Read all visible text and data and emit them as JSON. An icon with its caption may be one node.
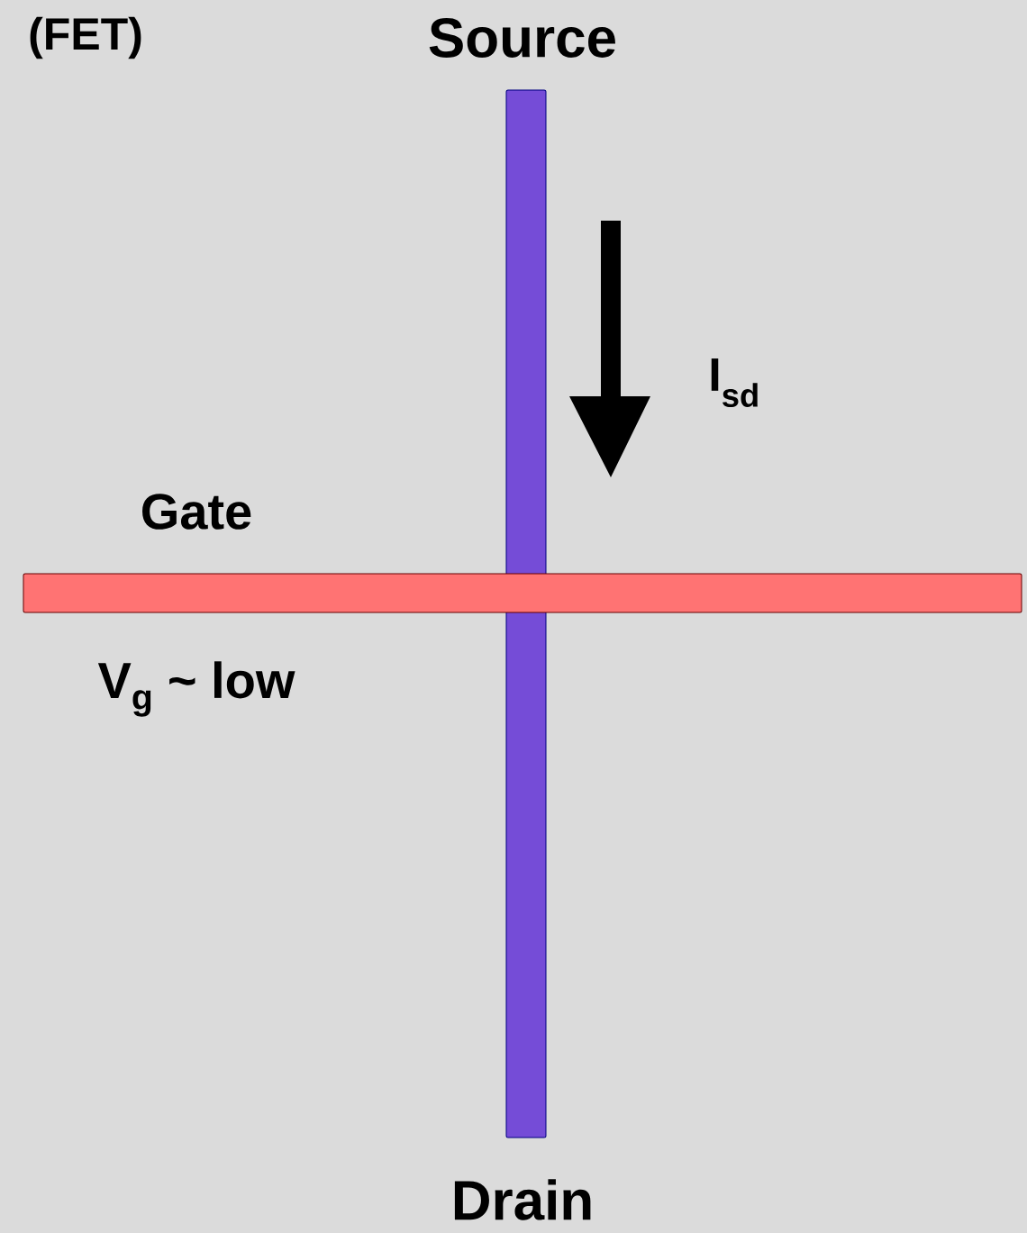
{
  "diagram": {
    "nodes": [
      {
        "text": [],
        "shape": "bar",
        "beside": [
          "Source",
          "Drain"
        ]
      },
      {
        "text": [],
        "shape": "bar",
        "beside": [
          "Gate"
        ]
      }
    ],
    "labels": [
      "(FET)",
      "I$_{sd}$",
      "V$_{g}$ ~ low"
    ]
  }
}
